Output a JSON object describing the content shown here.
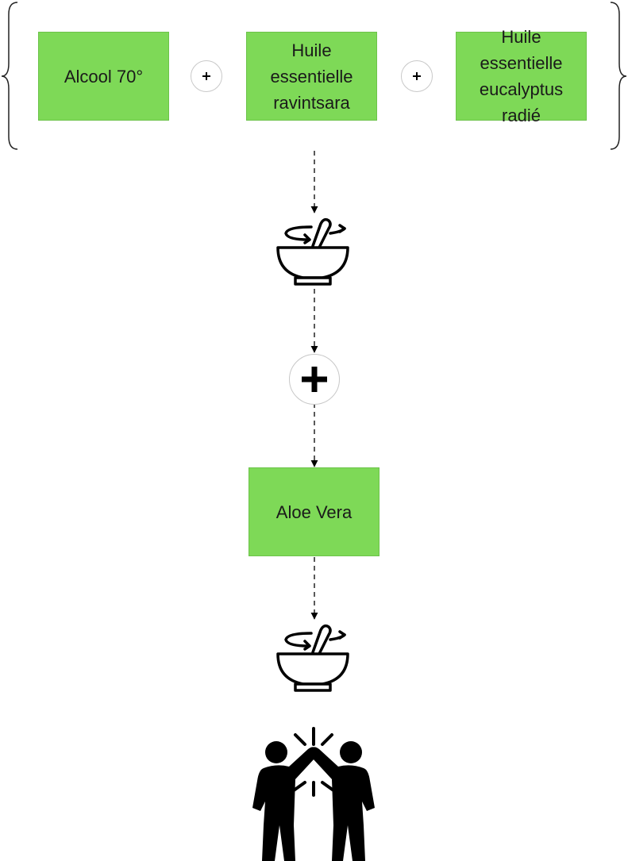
{
  "diagram": {
    "ingredients": [
      {
        "label": "Alcool 70°"
      },
      {
        "label": "Huile\nessentielle\nravintsara"
      },
      {
        "label": "Huile\nessentielle\neucalyptus\nradié"
      }
    ],
    "additive": {
      "label": "Aloe Vera"
    },
    "icons": {
      "brace_left": "left-curly-brace-icon",
      "brace_right": "right-curly-brace-icon",
      "mix": "mortar-and-pestle-mixing-icon",
      "plus": "plus-icon",
      "result": "high-five-people-icon"
    },
    "colors": {
      "box_fill": "#7ed957",
      "stroke": "#000000"
    }
  }
}
